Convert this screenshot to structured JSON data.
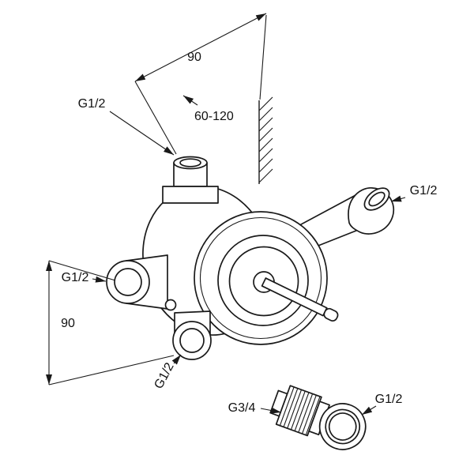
{
  "page": {
    "background": "#ffffff",
    "line_color": "#1a1a1a"
  },
  "drawing": {
    "dimensions": {
      "top_depth": "90",
      "install_range": "60-120",
      "left_height": "90"
    },
    "connections": {
      "top": "G1/2",
      "right": "G1/2",
      "left": "G1/2",
      "bottom": "G1/2"
    },
    "adapter": {
      "thread_large": "G3/4",
      "thread_small": "G1/2"
    }
  }
}
